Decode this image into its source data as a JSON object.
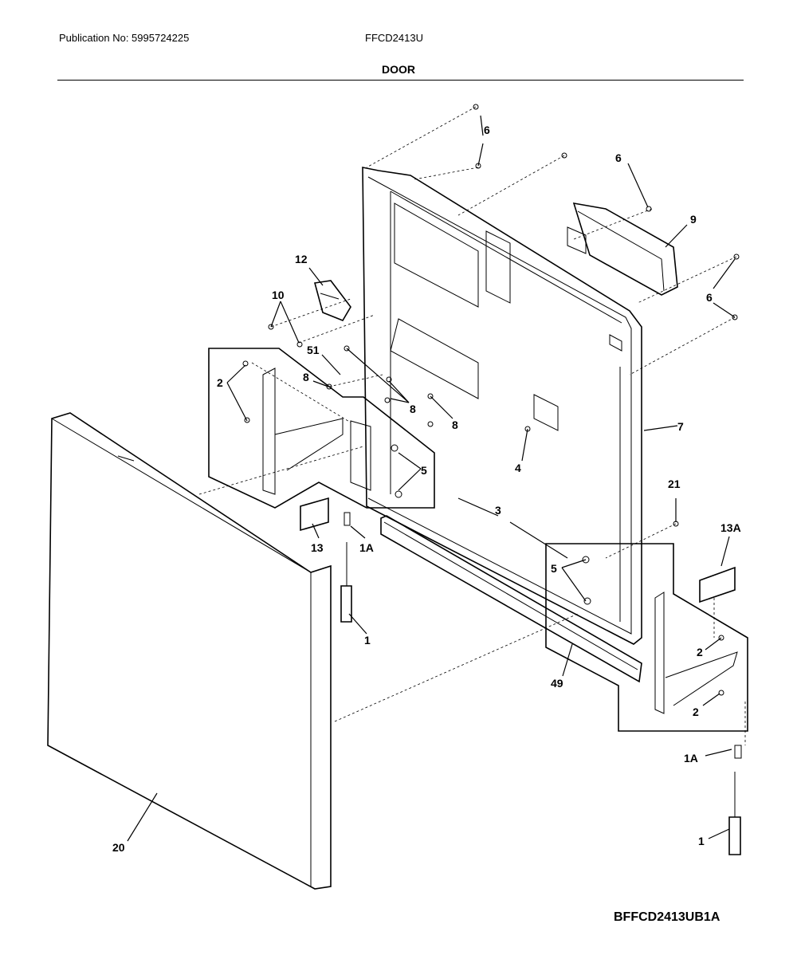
{
  "header": {
    "publication": "Publication No: 5995724225",
    "model": "FFCD2413U",
    "title": "DOOR"
  },
  "footer": {
    "reference": "BFFCD2413UB1A"
  },
  "callouts": {
    "c6a": "6",
    "c6b": "6",
    "c6c": "6",
    "c9": "9",
    "c12": "12",
    "c10": "10",
    "c51": "51",
    "c8a": "8",
    "c8b": "8",
    "c8c": "8",
    "c2a": "2",
    "c2b": "2",
    "c2c": "2",
    "c7": "7",
    "c5a": "5",
    "c5b": "5",
    "c4": "4",
    "c3": "3",
    "c21": "21",
    "c13a": "13A",
    "c13": "13",
    "c1aa": "1A",
    "c1ab": "1A",
    "c1a": "1",
    "c1b": "1",
    "c49": "49",
    "c20": "20"
  }
}
